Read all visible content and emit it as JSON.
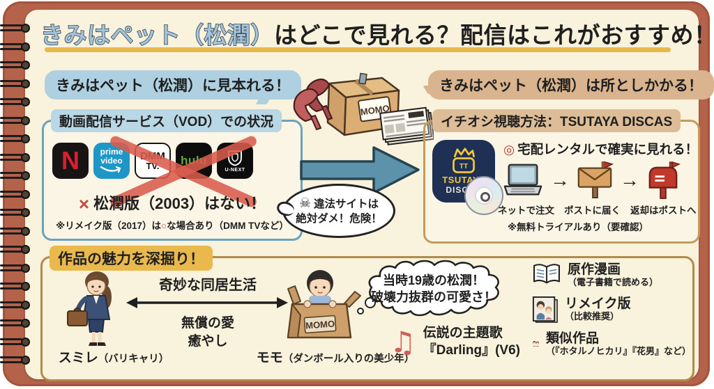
{
  "title": {
    "highlight": "きみはペット（松潤）",
    "rest": "はどこで見れる？配信はこれがおすすめ！"
  },
  "left": {
    "bubble": "きみはペット（松潤）に見本れる！",
    "box_title": "動画配信サービス（VOD）での状況",
    "services": {
      "netflix": "N",
      "prime_line1": "prime",
      "prime_line2": "video",
      "dmm_line1": "DMM",
      "dmm_line2": "TV.",
      "hulu": "hulu",
      "unext": "U-NEXT"
    },
    "cross": "×",
    "unavailable": "松潤版（2003）はない！",
    "note_pre": "※リメイク版（2017）は",
    "note_mark": "○",
    "note_post": "な場合あり（DMM TVなど）"
  },
  "warning": {
    "icon": "☠",
    "line1": "違法サイトは",
    "line2": "絶対ダメ！危険！"
  },
  "right": {
    "bubble": "きみはペット（松潤）は所としかかる！",
    "box_title": "イチオシ視聴方法：TSUTAYA DISCAS",
    "app": {
      "tv_text": "TT",
      "name_top": "TSUTAYA",
      "name_bottom": "DISCAS"
    },
    "mark": "◎",
    "headline": "宅配レンタルで確実に見れる！",
    "arrow": "→",
    "step1": "ネットで注文",
    "step2": "ポストに届く",
    "step3": "返却はポストへ",
    "note": "※無料トライアルあり（要確認）"
  },
  "center": {
    "box_label": "MOMO"
  },
  "bottom": {
    "title": "作品の魅力を深掘り！",
    "sumire_name": "スミレ",
    "sumire_desc": "（バリキャリ）",
    "momo_name": "モモ",
    "momo_desc": "（ダンボール入りの美少年）",
    "momo_box_label": "MOMO",
    "relation_top": "奇妙な同居生活",
    "relation_mid": "無償の愛",
    "relation_low": "癒やし",
    "thought_line1": "当時19歳の松潤！",
    "thought_line2": "破壊力抜群の可愛さ！",
    "music_icon": "♫",
    "song_line1": "伝説の主題歌",
    "song_line2": "『Darling』(V6)",
    "extras": [
      {
        "title": "原作漫画",
        "desc": "（電子書籍で読める）"
      },
      {
        "title": "リメイク版",
        "desc": "（比較推奨）"
      },
      {
        "title": "類似作品",
        "desc": "（『ホタルノヒカリ』『花男』など）"
      }
    ]
  },
  "colors": {
    "accent_blue": "#a3c3da",
    "gold_underline": "#e7b94b",
    "cover_terracotta": "#b5624a",
    "warning_red": "#c94b42",
    "arrow_blue": "#5d92ab"
  }
}
